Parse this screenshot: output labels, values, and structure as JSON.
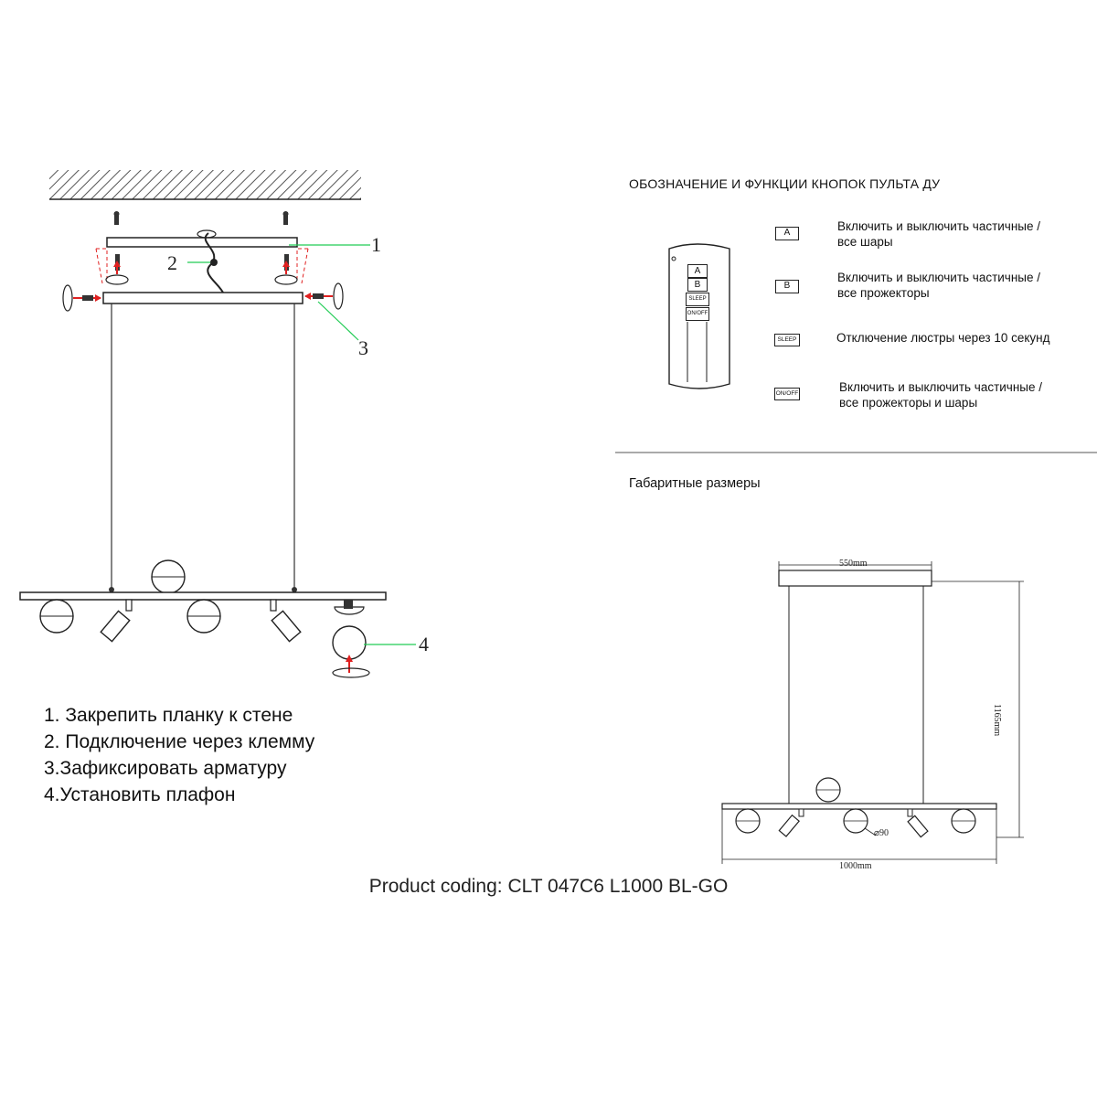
{
  "remote": {
    "title": "ОБОЗНАЧЕНИЕ И ФУНКЦИИ КНОПОК ПУЛЬТА ДУ",
    "keys": [
      "A",
      "B",
      "SLEEP",
      "ON/OFF"
    ],
    "legend": [
      {
        "key": "A",
        "line1": "Включить и выключить частичные /",
        "line2": "все шары"
      },
      {
        "key": "B",
        "line1": "Включить и выключить частичные /",
        "line2": "все прожекторы"
      },
      {
        "key": "SLEEP",
        "line1": "Отключение люстры через 10 секунд",
        "line2": ""
      },
      {
        "key": "ON/OFF",
        "line1": "Включить и выключить частичные /",
        "line2": "все прожекторы и шары"
      }
    ]
  },
  "dimensions": {
    "title": "Габаритные размеры",
    "canopy_width": "550mm",
    "total_height": "1165mm",
    "bar_length": "1000mm",
    "shade_diameter": "⌀90"
  },
  "callouts": [
    "1",
    "2",
    "3",
    "4"
  ],
  "steps": [
    "1. Закрепить планку к стене",
    "2. Подключение через клемму",
    "3.Зафиксировать арматуру",
    "4.Установить плафон"
  ],
  "product_coding": "Product coding: CLT 047C6 L1000 BL-GO",
  "colors": {
    "line": "#222222",
    "leader": "#22cc55",
    "arrow": "#e02020"
  }
}
